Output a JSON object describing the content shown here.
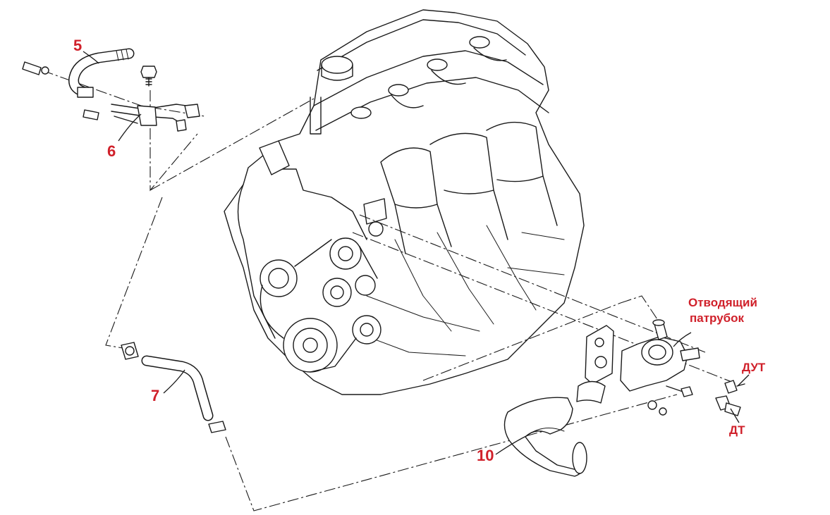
{
  "callouts": {
    "part_5": "5",
    "part_6": "6",
    "part_7": "7",
    "part_10": "10",
    "outlet_line1": "Отводящий",
    "outlet_line2": "патрубок",
    "dut": "ДУТ",
    "dt": "ДТ"
  },
  "colors": {
    "callout": "#d0202a",
    "linework": "#1a1a1a",
    "background": "#ffffff"
  }
}
